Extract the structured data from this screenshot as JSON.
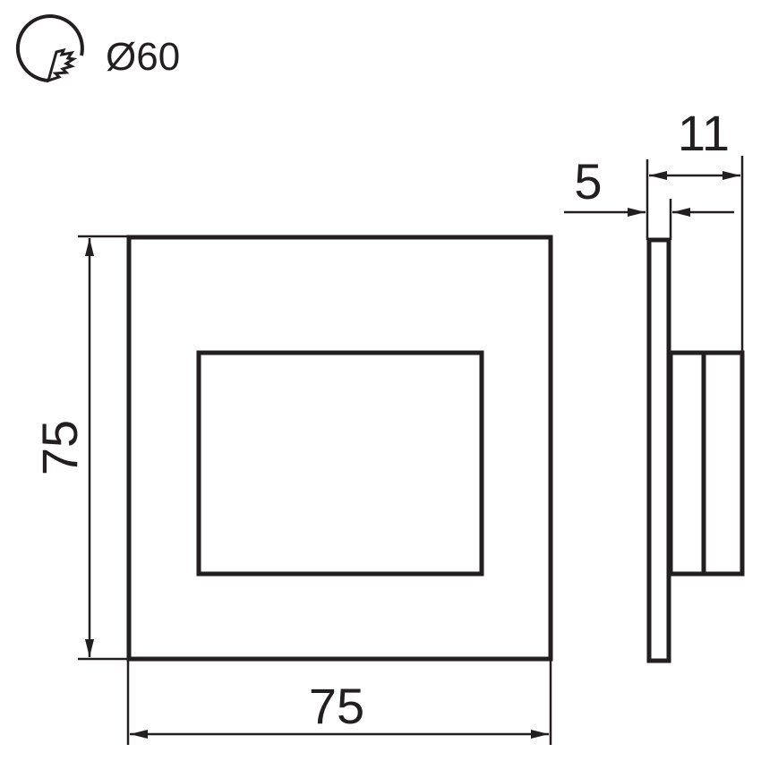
{
  "diagram": {
    "type": "technical-dimension-drawing",
    "stroke_color": "#231f20",
    "background": "#ffffff",
    "mounting_hole": {
      "icon": "hole-saw-icon",
      "label": "Ø60"
    },
    "front_view": {
      "height_label": "75",
      "width_label": "75"
    },
    "side_view": {
      "plate_thickness_label": "5",
      "total_depth_label": "11"
    }
  }
}
